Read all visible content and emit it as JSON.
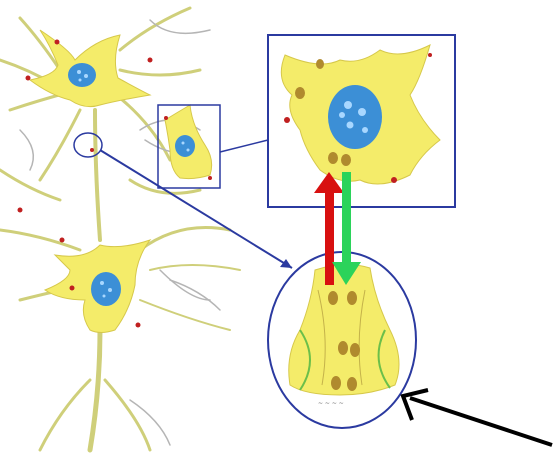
{
  "figure": {
    "type": "neuron-synapse-illustration",
    "colors": {
      "cell_body": "#f4ec6a",
      "cell_outline": "#d6c84a",
      "dendrite": "#e7e58e",
      "dendrite_dark": "#bfc06a",
      "nucleus": "#3c8fd6",
      "nucleus_dots": "#a8d7ff",
      "vesicle": "#b08a2e",
      "red_spot": "#c02020",
      "zoom_box": "#2b3aa0",
      "up_arrow": "#d81010",
      "down_arrow": "#2bd35a",
      "pointer_arrow": "#000000"
    },
    "elements": [
      {
        "name": "neuron-top",
        "kind": "cell"
      },
      {
        "name": "neuron-middle",
        "kind": "cell"
      },
      {
        "name": "neuron-bottom",
        "kind": "cell"
      },
      {
        "name": "inset-magnified-cell",
        "kind": "zoom"
      },
      {
        "name": "synapse-closeup",
        "kind": "zoom"
      }
    ],
    "arrows": {
      "up": "red",
      "down": "green",
      "pointer": "black"
    },
    "inset_caption_text": "~ ~ ~ ~"
  }
}
